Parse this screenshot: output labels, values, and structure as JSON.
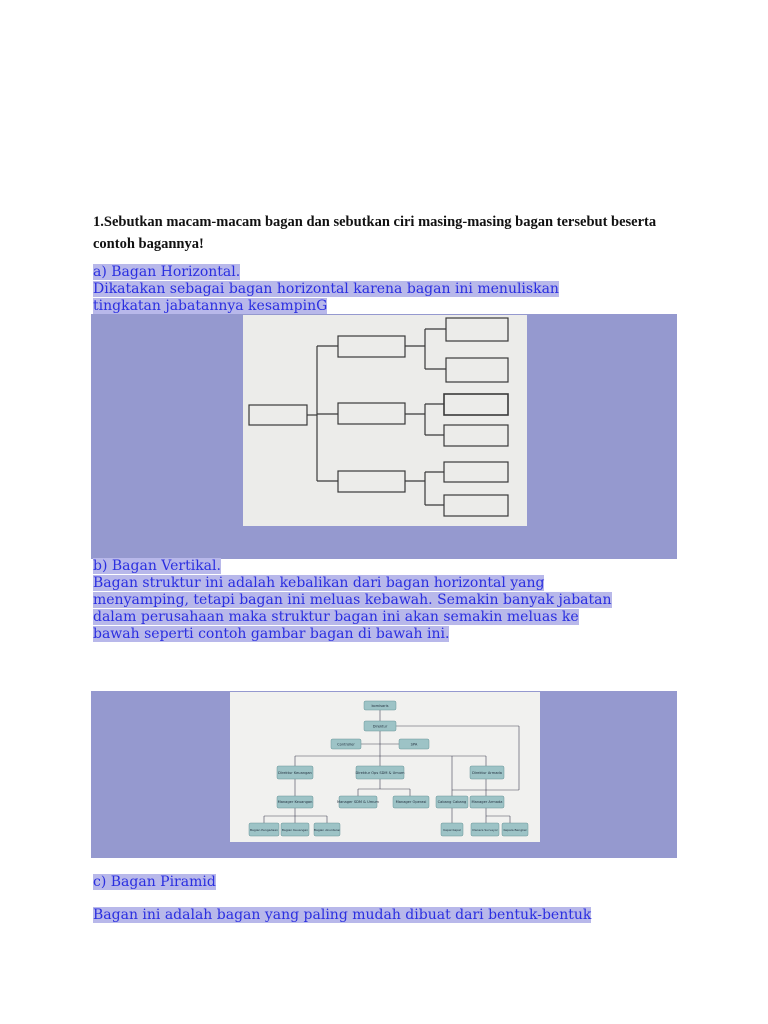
{
  "question": "1.Sebutkan macam-macam bagan dan sebutkan ciri masing-masing bagan tersebut beserta contoh bagannya!",
  "section_a": {
    "heading": "a) Bagan Horizontal.",
    "lines": [
      "Dikatakan sebagai bagan horizontal karena bagan ini menuliskan",
      "tingkatan jabatannya kesampinG"
    ]
  },
  "section_b": {
    "heading": "b) Bagan Vertikal.",
    "lines": [
      "Bagan struktur ini adalah kebalikan dari bagan horizontal yang",
      "menyamping, tetapi bagan ini meluas kebawah. Semakin banyak jabatan",
      "dalam perusahaan maka struktur bagan ini akan semakin meluas ke",
      "bawah seperti contoh gambar bagan di bawah ini."
    ],
    "org_chart": {
      "top": "komisaris",
      "director": "Direktur",
      "staff": [
        "Controller",
        "SPA"
      ],
      "directors": [
        "Direktur Keuangan",
        "Direktur Ops SDM & Umum",
        "Direktur Armada"
      ],
      "managers": [
        "Manager Keuangan",
        "Manager SDM & Umum",
        "Manager Operasi",
        "Cabang Cabang",
        "Manager Armada"
      ],
      "staff_units": [
        "Bagian Pengadaan",
        "Bagian Keuangan",
        "Bagian Akuntansi",
        "Kapal Kapal",
        "Owners Surveyor",
        "Kepala Bengkel"
      ]
    }
  },
  "section_c": {
    "heading": "c) Bagan Piramid",
    "line": "Bagan ini adalah bagan yang paling mudah dibuat dari bentuk-bentuk"
  }
}
